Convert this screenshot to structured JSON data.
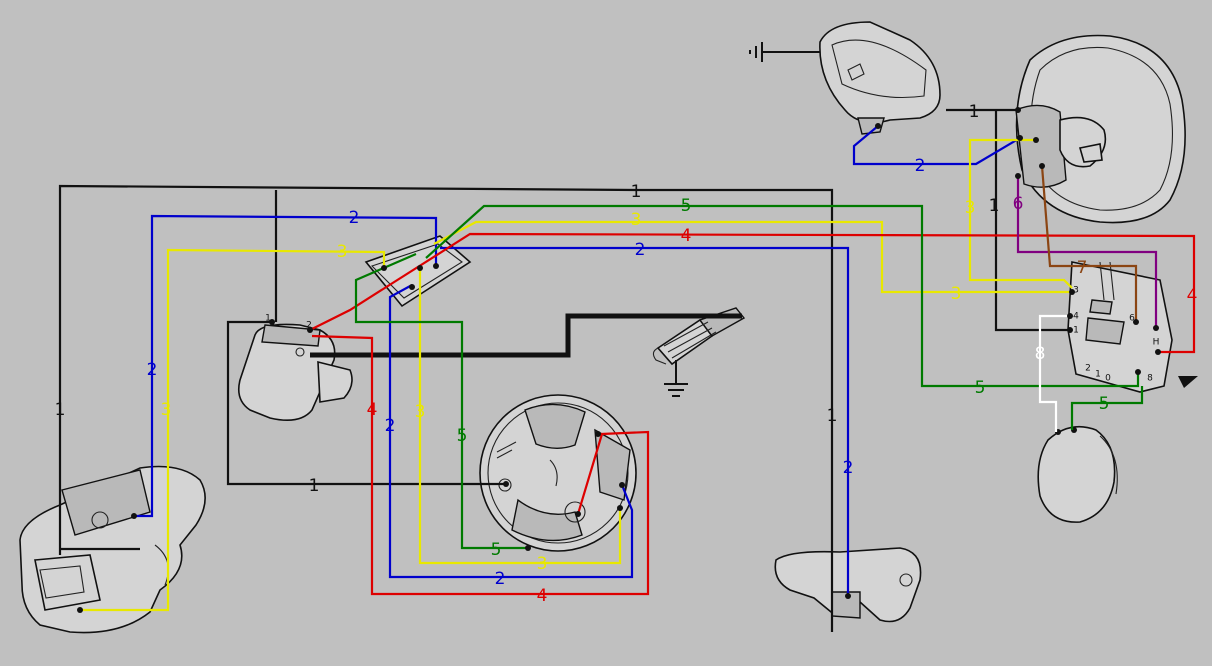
{
  "colors": {
    "background": "#c0c0c0",
    "wire_1": "#111111",
    "wire_2": "#0000cc",
    "wire_3": "#e8e800",
    "wire_4": "#dd0000",
    "wire_5": "#007a00",
    "wire_6": "#800080",
    "wire_7": "#8b4513",
    "wire_8": "#ffffff"
  },
  "wire_numbers": {
    "w1": "1",
    "w2": "2",
    "w3": "3",
    "w4": "4",
    "w5": "5",
    "w6": "6",
    "w7": "7",
    "w8": "8"
  },
  "terminal_marks": {
    "coil_1": "1",
    "coil_2": "2",
    "reg_1": "1",
    "reg_2": "2",
    "reg_0": "0",
    "reg_3": "3",
    "reg_4": "4",
    "reg_6": "6",
    "reg_8": "8",
    "reg_h": "H"
  },
  "components": [
    "tail-light",
    "ignition-coil",
    "junction-block",
    "spark-plug",
    "flywheel-magneto",
    "speedometer",
    "headlight",
    "regulator-box",
    "horn",
    "brake-switch",
    "ground-symbol"
  ]
}
